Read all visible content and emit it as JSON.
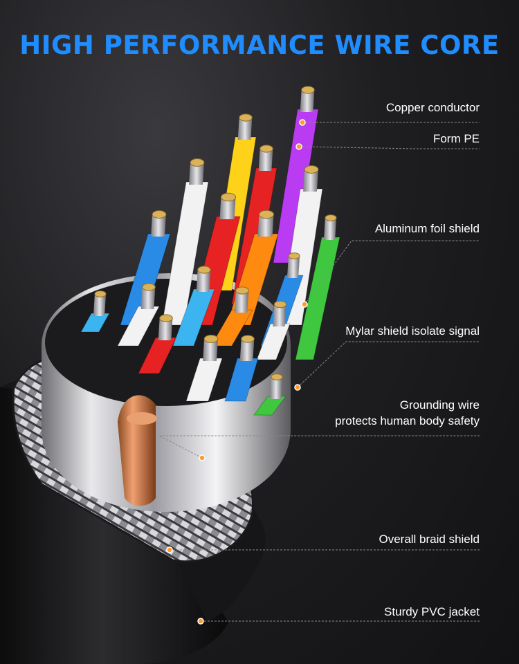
{
  "title": "HIGH PERFORMANCE WIRE CORE",
  "labels": [
    {
      "id": "copper",
      "text": "Copper conductor"
    },
    {
      "id": "form-pe",
      "text": "Form PE"
    },
    {
      "id": "foil",
      "text": "Aluminum foil shield"
    },
    {
      "id": "mylar",
      "text": "Mylar shield isolate signal"
    },
    {
      "id": "grounding",
      "lines": [
        "Grounding wire",
        "protects human body safety"
      ]
    },
    {
      "id": "braid",
      "text": "Overall braid shield"
    },
    {
      "id": "jacket",
      "text": "Sturdy PVC jacket"
    }
  ],
  "colors": {
    "title": "#1f8dff",
    "label_text": "#ffffff",
    "leader_line": "#8a8a8a",
    "marker": "#ff9a2e",
    "wires": [
      "#ffd21a",
      "#b93cf2",
      "#e62222",
      "#f2f2f2",
      "#2a8be6",
      "#ff8a10",
      "#3fc83f",
      "#3cb4f0"
    ]
  }
}
